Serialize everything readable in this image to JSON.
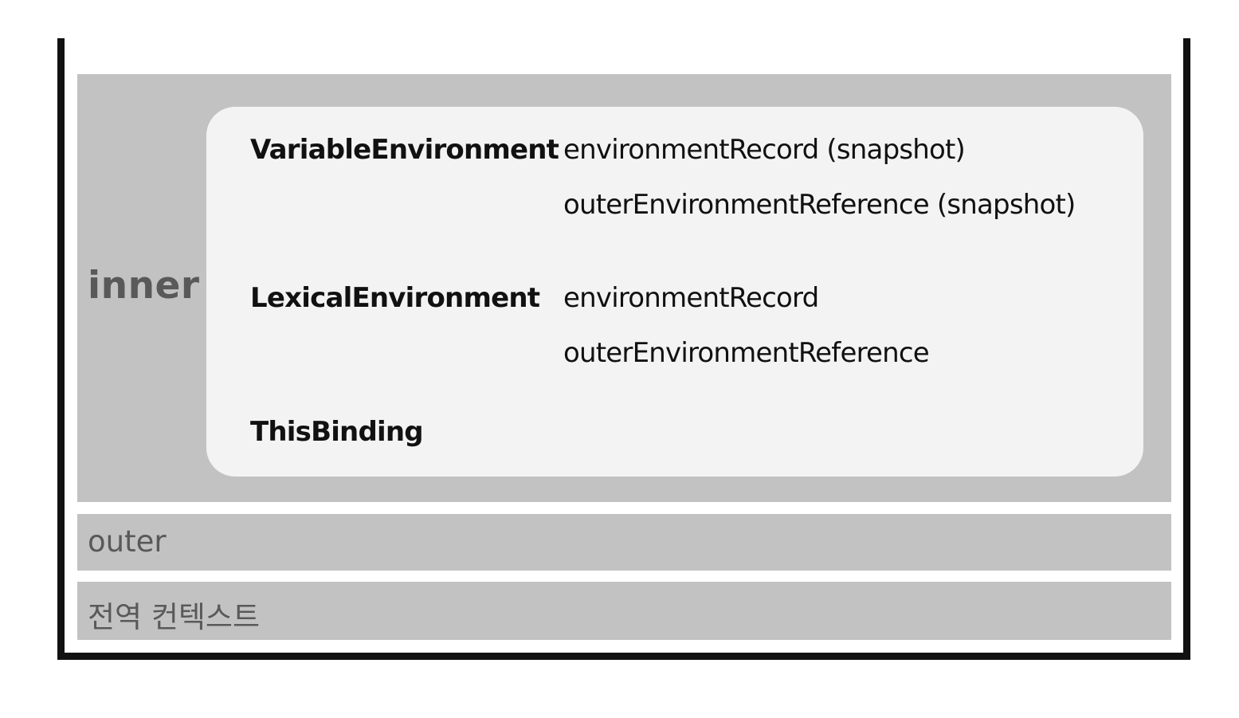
{
  "frames": {
    "inner": {
      "label": "inner",
      "components": [
        {
          "name": "VariableEnvironment",
          "values": [
            "environmentRecord (snapshot)",
            "outerEnvironmentReference (snapshot)"
          ]
        },
        {
          "name": "LexicalEnvironment",
          "values": [
            "environmentRecord",
            "outerEnvironmentReference"
          ]
        },
        {
          "name": "ThisBinding",
          "values": []
        }
      ]
    },
    "outer": {
      "label": "outer"
    },
    "global": {
      "label": "전역 컨텍스트"
    }
  },
  "colors": {
    "frame_fill": "#c2c2c2",
    "panel_fill": "#f3f3f3",
    "border": "#111111",
    "label_text": "#595959"
  }
}
